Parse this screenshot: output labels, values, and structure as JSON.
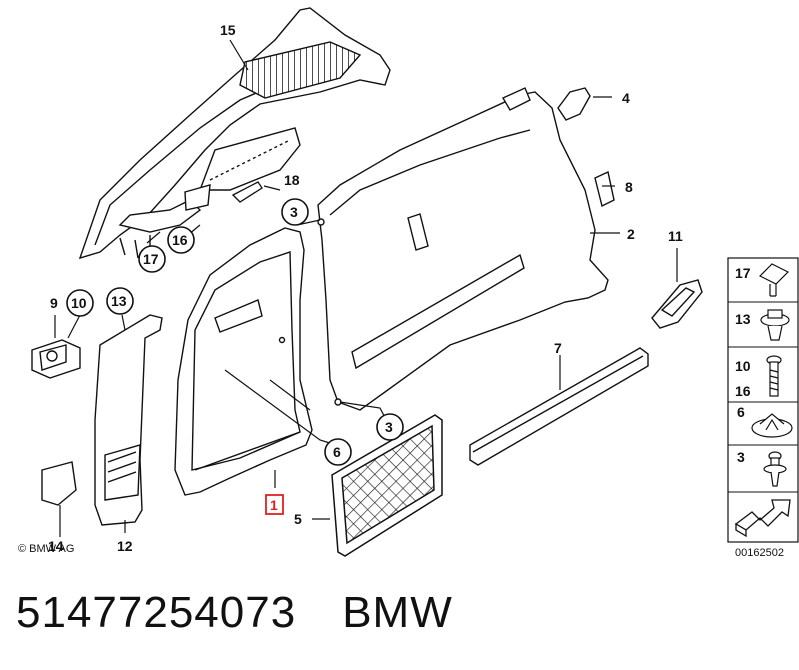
{
  "copyright": "© BMW AG",
  "diagram_id": "00162502",
  "caption": {
    "part_number": "51477254073",
    "brand": "BMW"
  },
  "highlighted": "1",
  "callouts": [
    "1",
    "2",
    "3",
    "4",
    "5",
    "6",
    "7",
    "8",
    "9",
    "10",
    "11",
    "12",
    "13",
    "14",
    "15",
    "16",
    "17",
    "18"
  ],
  "legend": [
    {
      "labels": [
        "17"
      ],
      "icon": "plastic-rivet-icon"
    },
    {
      "labels": [
        "13"
      ],
      "icon": "expanding-rivet-icon"
    },
    {
      "labels": [
        "10",
        "16"
      ],
      "icon": "screw-icon"
    },
    {
      "labels": [
        "6"
      ],
      "icon": "clip-nut-icon"
    },
    {
      "labels": [
        "3"
      ],
      "icon": "push-pin-icon"
    }
  ],
  "arrow_icon": "direction-arrow-icon"
}
